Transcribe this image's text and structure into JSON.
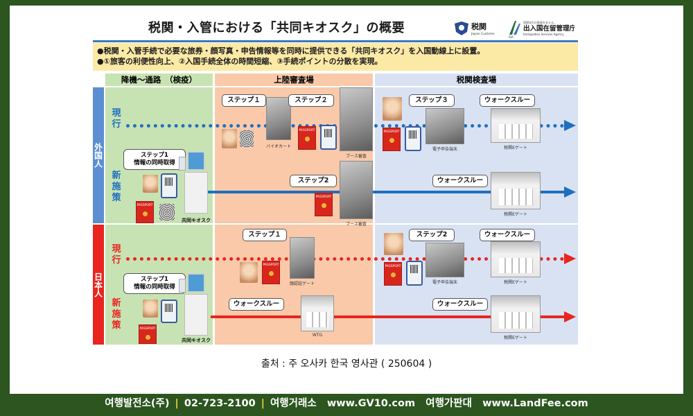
{
  "diagram": {
    "title": "税関・入管における「共同キオスク」の概要",
    "logos": {
      "customs_name": "税関",
      "customs_sub": "Japan Customs",
      "isa_name": "出入国在留管理庁",
      "isa_small": "ISA",
      "isa_sub": "Immigration Services Agency",
      "isa_tagline": "国際協力の推進を支える。"
    },
    "notes": [
      "●税関・入管手続で必要な旅券・顔写真・申告情報等を同時に提供できる「共同キオスク」を入国動線上に設置。",
      "●①旅客の利便性向上、②入国手続全体の時間短縮、③手続ポイントの分散を実現。"
    ],
    "zones": [
      {
        "label": "降機～通路　（検疫）",
        "color": "#c7e3b3"
      },
      {
        "label": "上陸審査場",
        "color": "#f9c9a9"
      },
      {
        "label": "税関検査場",
        "color": "#d9e2f3"
      }
    ],
    "rows": {
      "foreign": {
        "label": "外国人",
        "current": "現行",
        "new": "新施策",
        "current_steps": [
          "ステップ１",
          "ステップ２",
          "ステップ３",
          "ウォークスルー"
        ],
        "new_steps": [
          "ステップ2",
          "ウォークスルー"
        ],
        "kiosk_box": [
          "ステップ1",
          "情報の同時取得"
        ]
      },
      "japanese": {
        "label": "日本人",
        "current": "現行",
        "new": "新施策",
        "current_steps": [
          "ステップ１",
          "ステップ2",
          "ウォークスルー"
        ],
        "new_steps": [
          "ウォークスルー",
          "ウォークスルー"
        ],
        "kiosk_box": [
          "ステップ1",
          "情報の同時取得"
        ]
      }
    },
    "captions": {
      "biocart": "バイオカート",
      "booth": "ブース審査",
      "e_terminal": "電子申告端末",
      "customs_gate": "税関Eゲート",
      "kiosk": "共同キオスク",
      "face_gate": "顔認証ゲート",
      "wtg": "WTG",
      "passport": "PASSPORT"
    },
    "colors": {
      "foreign_arrow": "#1f6fbf",
      "japanese_arrow": "#e8251f",
      "title_line": "#3a77c2",
      "notes_bg": "#fbe9a6"
    }
  },
  "source": "출처 : 주 오사카 한국 영사관 ( 250604 )",
  "footer": {
    "company": "여행발전소(주)",
    "phone": "02-723-2100",
    "site1_label": "여행거래소",
    "site1_url": "www.GV10.com",
    "site2_label": "여행가판대",
    "site2_url": "www.LandFee.com"
  }
}
